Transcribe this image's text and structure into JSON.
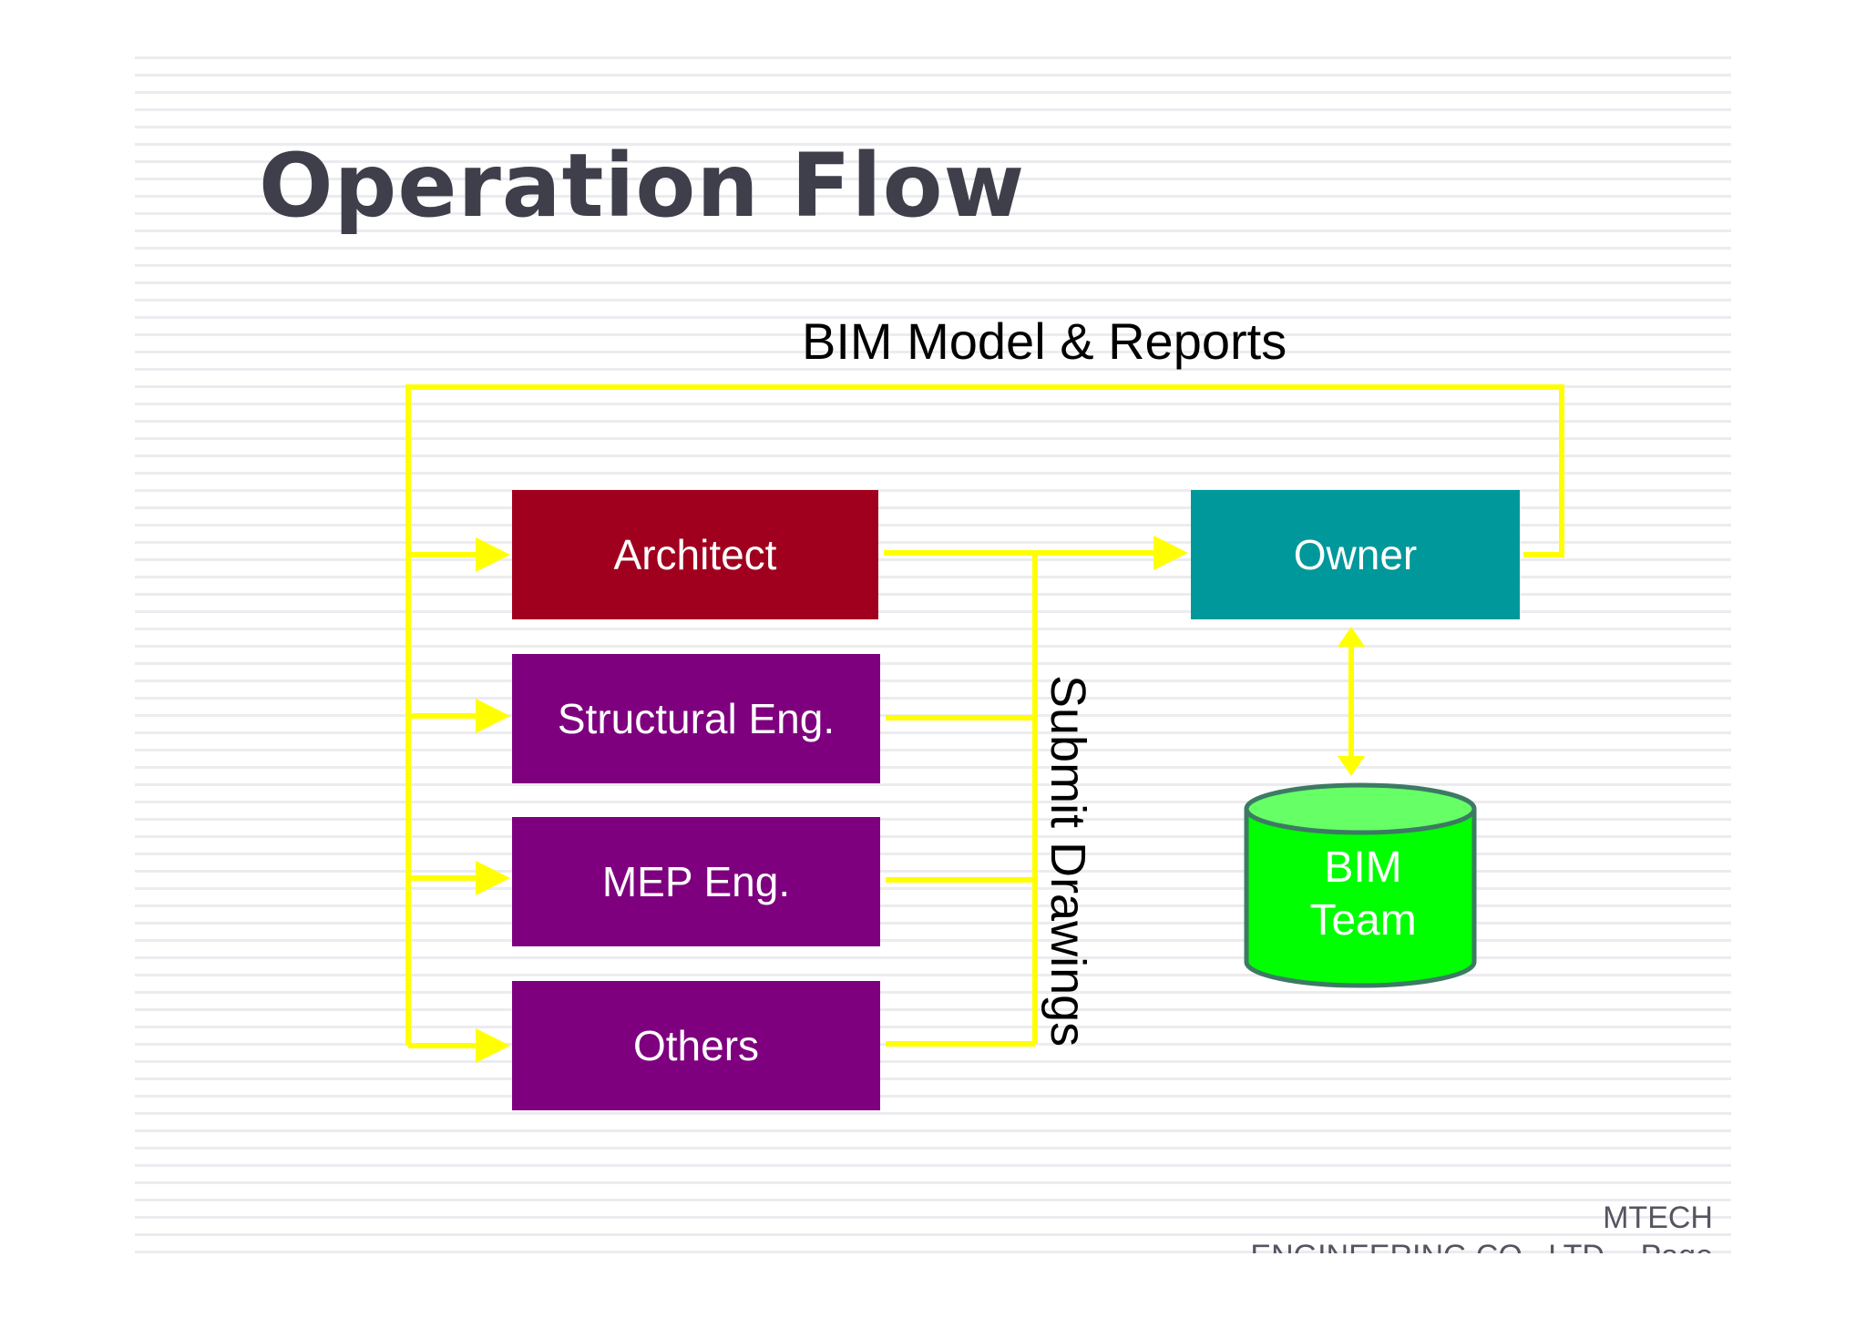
{
  "slide": {
    "title": "Operation Flow"
  },
  "diagram": {
    "top_label": "BIM Model & Reports",
    "vertical_label": "Submit Drawings",
    "nodes": {
      "architect": "Architect",
      "structural": "Structural Eng.",
      "mep": "MEP Eng.",
      "others": "Others",
      "owner": "Owner",
      "bim_team_line1": "BIM",
      "bim_team_line2": "Team"
    },
    "colors": {
      "architect": "#a0001e",
      "engineers": "#7e007e",
      "owner": "#00989a",
      "bim_team": "#00ff00",
      "connector": "#ffff00"
    }
  },
  "footer": {
    "line1": "MTECH",
    "line2": "ENGINEERING CO., LTD.   - Page"
  }
}
